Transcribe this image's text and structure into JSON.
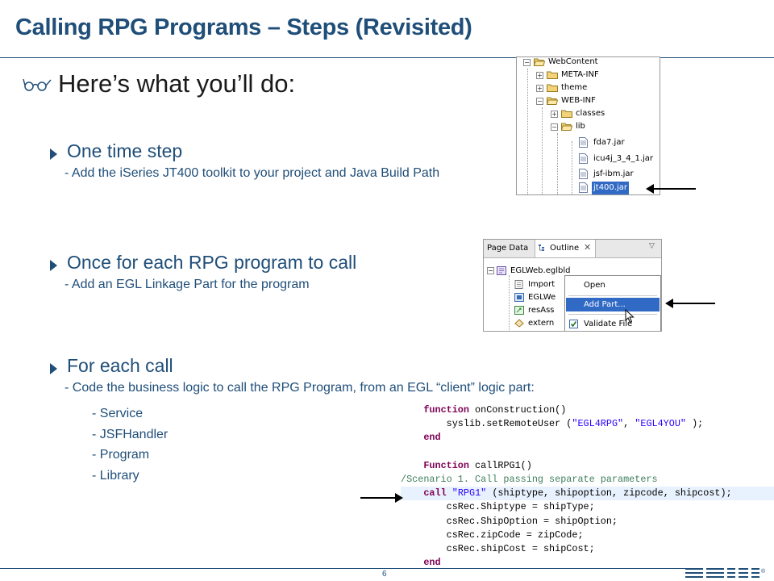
{
  "slide": {
    "title": "Calling RPG Programs – Steps (Revisited)",
    "intro": "Here’s what you’ll do:",
    "intro_icon": "eyeglasses-icon",
    "page_number": "6",
    "accent_color": "#1f4e79"
  },
  "sections": [
    {
      "heading": "One time step",
      "description": "- Add the iSeries JT400 toolkit to your project and Java Build Path"
    },
    {
      "heading": "Once for each RPG program to call",
      "description": "- Add an EGL Linkage Part for the program"
    },
    {
      "heading": "For each call",
      "description": "- Code the business logic to call the RPG Program, from an EGL “client” logic part:"
    }
  ],
  "sub_items": [
    "- Service",
    "- JSFHandler",
    "- Program",
    "- Library"
  ],
  "project_tree": {
    "items": [
      {
        "label": "WebContent",
        "toggle": "−",
        "icon": "folder-open-icon"
      },
      {
        "label": "META-INF",
        "toggle": "+",
        "icon": "folder-icon"
      },
      {
        "label": "theme",
        "toggle": "+",
        "icon": "folder-icon"
      },
      {
        "label": "WEB-INF",
        "toggle": "−",
        "icon": "folder-open-icon"
      },
      {
        "label": "classes",
        "toggle": "+",
        "icon": "folder-icon"
      },
      {
        "label": "lib",
        "toggle": "−",
        "icon": "folder-open-icon"
      },
      {
        "label": "fda7.jar",
        "toggle": "",
        "icon": "jar-file-icon"
      },
      {
        "label": "icu4j_3_4_1.jar",
        "toggle": "",
        "icon": "jar-file-icon"
      },
      {
        "label": "jsf-ibm.jar",
        "toggle": "",
        "icon": "jar-file-icon"
      },
      {
        "label": "jt400.jar",
        "toggle": "",
        "icon": "jar-file-icon",
        "selected": true
      }
    ]
  },
  "outline_view": {
    "tab_page_data": "Page Data",
    "tab_outline": "Outline",
    "close_glyph": "✕",
    "minimize_glyph": "▽",
    "items": [
      "EGLWeb.eglbld",
      "Import",
      "EGLWe",
      "resAss",
      "extern"
    ],
    "context_menu": [
      "Open",
      "Add Part...",
      "Validate File"
    ]
  },
  "code": {
    "lines": [
      [
        {
          "t": "    ",
          "c": ""
        },
        {
          "t": "function",
          "c": "kw"
        },
        {
          "t": " onConstruction()",
          "c": ""
        }
      ],
      [
        {
          "t": "        syslib.setRemoteUser (",
          "c": ""
        },
        {
          "t": "\"EGL4RPG\"",
          "c": "str"
        },
        {
          "t": ", ",
          "c": ""
        },
        {
          "t": "\"EGL4YOU\"",
          "c": "str"
        },
        {
          "t": " );",
          "c": ""
        }
      ],
      [
        {
          "t": "    ",
          "c": ""
        },
        {
          "t": "end",
          "c": "kw"
        }
      ],
      [
        {
          "t": "",
          "c": ""
        }
      ],
      [
        {
          "t": "    ",
          "c": ""
        },
        {
          "t": "Function",
          "c": "kw"
        },
        {
          "t": " callRPG1()",
          "c": ""
        }
      ],
      [
        {
          "t": "/Scenario 1. Call passing separate parameters",
          "c": "cm"
        }
      ],
      [
        {
          "t": "    ",
          "c": ""
        },
        {
          "t": "call",
          "c": "kw"
        },
        {
          "t": " ",
          "c": ""
        },
        {
          "t": "\"RPG1\"",
          "c": "str"
        },
        {
          "t": " (shiptype, shipoption, zipcode, shipcost);",
          "c": ""
        }
      ],
      [
        {
          "t": "        csRec.Shiptype = shipType;",
          "c": ""
        }
      ],
      [
        {
          "t": "        csRec.ShipOption = shipOption;",
          "c": ""
        }
      ],
      [
        {
          "t": "        csRec.zipCode = zipCode;",
          "c": ""
        }
      ],
      [
        {
          "t": "        csRec.shipCost = shipCost;",
          "c": ""
        }
      ],
      [
        {
          "t": "    ",
          "c": ""
        },
        {
          "t": "end",
          "c": "kw"
        }
      ]
    ]
  }
}
